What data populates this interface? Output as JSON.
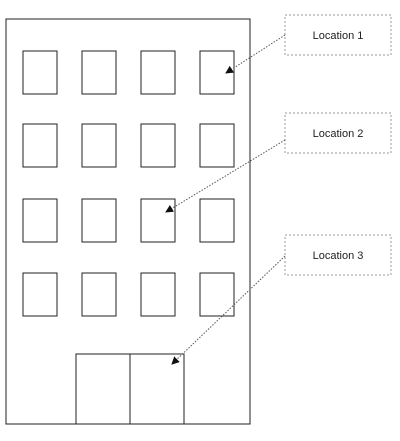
{
  "diagram": {
    "labels": {
      "location_1": "Location 1",
      "location_2": "Location 2",
      "location_3": "Location 3"
    },
    "windows": {
      "rows": 4,
      "columns": 4
    },
    "door": {
      "panels": 2
    },
    "colors": {
      "stroke": "#222222",
      "callout_border": "#9a9a9a",
      "leader_line": "#555555",
      "background": "#ffffff"
    }
  }
}
